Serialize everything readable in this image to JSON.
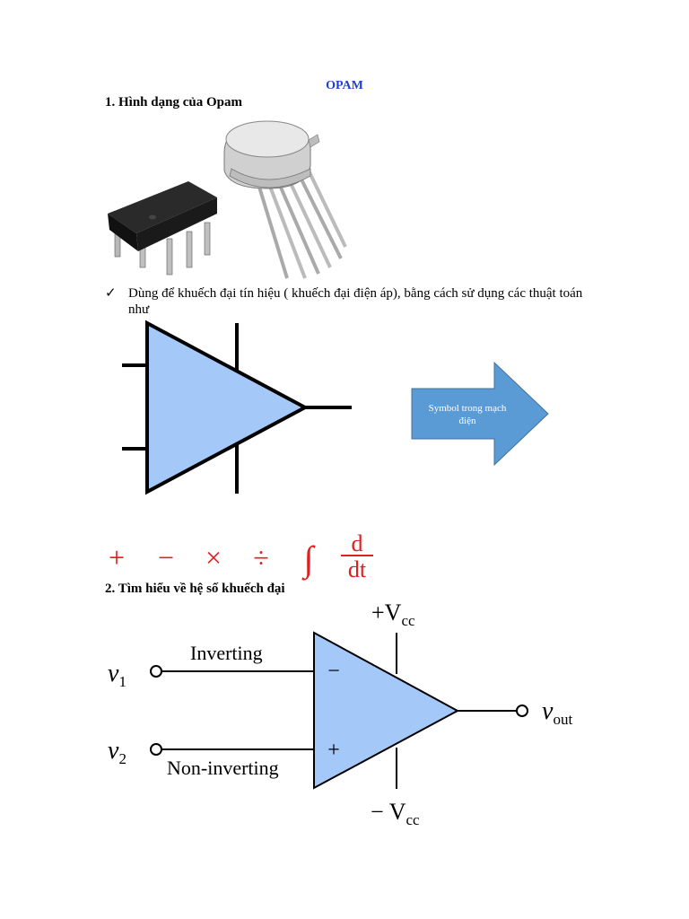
{
  "document": {
    "title": "OPAM",
    "section1_heading": "1. Hình dạng của Opam",
    "bullet_mark": "✓",
    "bullet_text": "Dùng để khuếch đại tín hiệu ( khuếch đại điện áp), bằng cách sử dụng các thuật toán như",
    "arrow_label_line1": "Symbol trong mạch",
    "arrow_label_line2": "điện",
    "operators": [
      "+",
      "−",
      "×",
      "÷",
      "∫"
    ],
    "derivative_top": "d",
    "derivative_bottom": "dt",
    "section2_heading": "2. Tìm hiểu về hệ số khuếch đại"
  },
  "circuit": {
    "vcc_pos": "+V",
    "vcc_neg": "− V",
    "vcc_sub": "cc",
    "v1": "v",
    "v1_sub": "1",
    "v2": "v",
    "v2_sub": "2",
    "vout": "v",
    "vout_sub": "out",
    "inverting_label": "Inverting",
    "noninverting_label": "Non-inverting",
    "minus_sign": "−",
    "plus_sign": "+"
  },
  "colors": {
    "title": "#1f3fd6",
    "opamp_fill": "#a4c8f8",
    "arrow_fill": "#5b9bd5",
    "operator_red": "#e02020"
  }
}
